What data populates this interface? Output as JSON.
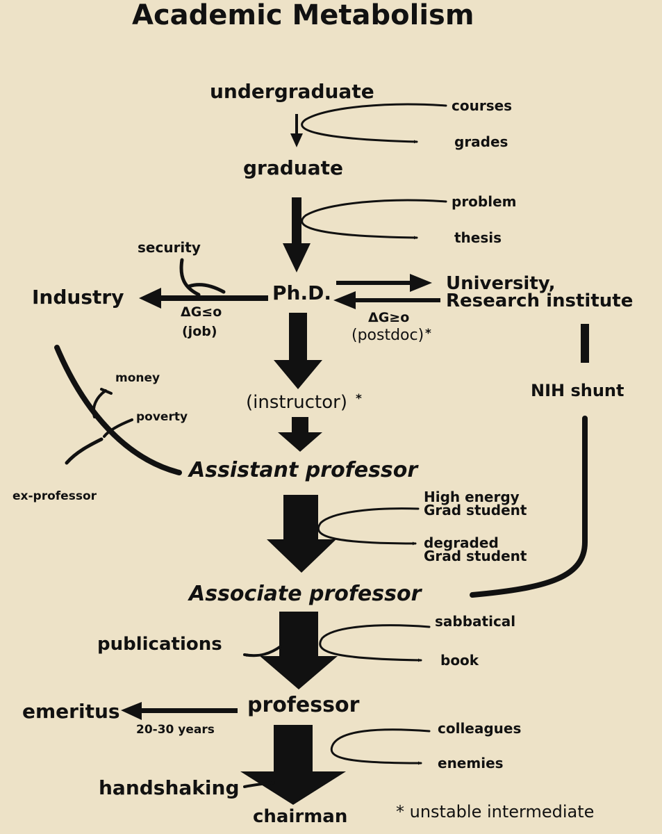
{
  "title": "Academic Metabolism",
  "nodes": {
    "undergraduate": "undergraduate",
    "graduate": "graduate",
    "phd": "Ph.D.",
    "industry": "Industry",
    "university": "University,\nResearch institute",
    "instructor": "(instructor)",
    "nih_shunt": "NIH shunt",
    "assistant_professor": "Assistant professor",
    "ex_professor": "ex-professor",
    "associate_professor": "Associate professor",
    "professor": "professor",
    "emeritus": "emeritus",
    "handshaking": "handshaking",
    "chairman": "chairman"
  },
  "cofactors": {
    "courses": "courses",
    "grades": "grades",
    "problem": "problem",
    "thesis": "thesis",
    "security": "security",
    "money": "money",
    "poverty": "poverty",
    "high_energy": "High energy\nGrad student",
    "degraded": "degraded\nGrad student",
    "publications": "publications",
    "sabbatical": "sabbatical",
    "book": "book",
    "colleagues": "colleagues",
    "enemies": "enemies"
  },
  "reactions": {
    "industry_dg": "ΔG≤o",
    "industry_cond": "(job)",
    "university_dg": "ΔG≥o",
    "university_cond": "(postdoc)",
    "asterisk": "*",
    "emeritus_time": "20-30 years"
  },
  "footnote": "* unstable intermediate"
}
